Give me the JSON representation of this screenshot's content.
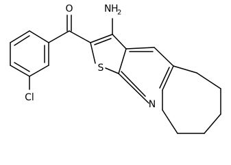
{
  "molecule": {
    "atoms": {
      "oxygen": "O",
      "amine_n": "N",
      "amine_h": "H",
      "amine_h_count": "2",
      "sulfur": "S",
      "ring_n": "N",
      "chlorine": "Cl"
    },
    "colors": {
      "bond": "#000000",
      "label": "#000000",
      "background": "#ffffff"
    }
  }
}
